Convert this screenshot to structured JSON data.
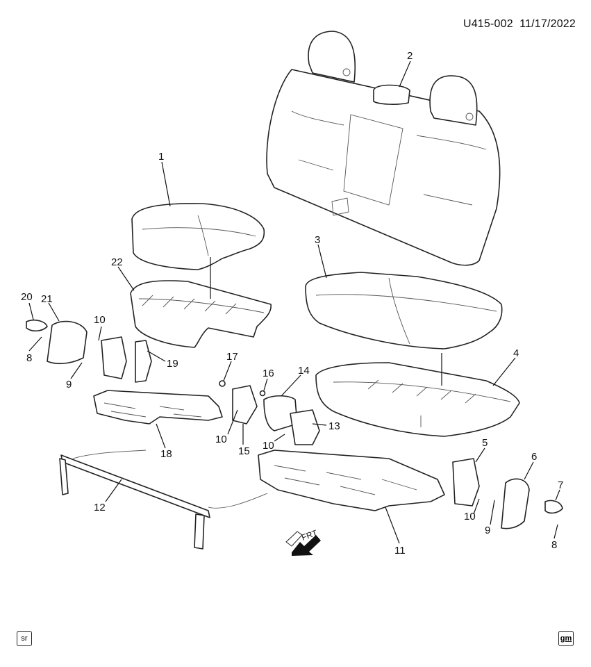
{
  "header": {
    "diagram_id": "U415-002",
    "date": "11/17/2022"
  },
  "arrow_label": "FRT",
  "footer": {
    "left_badge": "sr",
    "right_badge": "gm"
  },
  "callouts": [
    {
      "id": "c1",
      "text": "1"
    },
    {
      "id": "c2",
      "text": "2"
    },
    {
      "id": "c3",
      "text": "3"
    },
    {
      "id": "c4",
      "text": "4"
    },
    {
      "id": "c5",
      "text": "5"
    },
    {
      "id": "c6",
      "text": "6"
    },
    {
      "id": "c7",
      "text": "7"
    },
    {
      "id": "c8a",
      "text": "8"
    },
    {
      "id": "c8b",
      "text": "8"
    },
    {
      "id": "c9a",
      "text": "9"
    },
    {
      "id": "c9b",
      "text": "9"
    },
    {
      "id": "c10a",
      "text": "10"
    },
    {
      "id": "c10b",
      "text": "10"
    },
    {
      "id": "c10c",
      "text": "10"
    },
    {
      "id": "c10d",
      "text": "10"
    },
    {
      "id": "c11",
      "text": "11"
    },
    {
      "id": "c12",
      "text": "12"
    },
    {
      "id": "c13",
      "text": "13"
    },
    {
      "id": "c14",
      "text": "14"
    },
    {
      "id": "c15",
      "text": "15"
    },
    {
      "id": "c16",
      "text": "16"
    },
    {
      "id": "c17",
      "text": "17"
    },
    {
      "id": "c18",
      "text": "18"
    },
    {
      "id": "c19",
      "text": "19"
    },
    {
      "id": "c20",
      "text": "20"
    },
    {
      "id": "c21",
      "text": "21"
    },
    {
      "id": "c22",
      "text": "22"
    }
  ]
}
